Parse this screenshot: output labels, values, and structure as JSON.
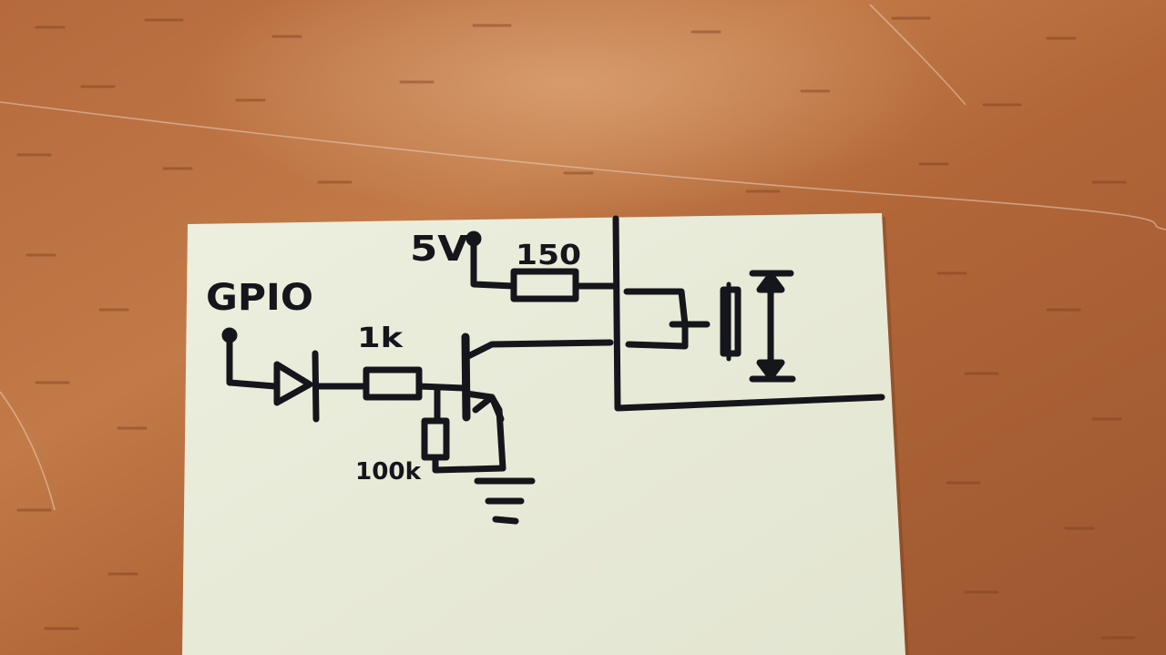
{
  "colors": {
    "table_wood": "#b36a3c",
    "wood_grain": "#7a3e1f",
    "note_paper": "#e8ebd8",
    "ink": "#15151c"
  },
  "note": {
    "labels": {
      "gpio": "GPIO",
      "supply": "5V",
      "r_led": "150",
      "r_base": "1k",
      "r_pulldown": "100k"
    }
  }
}
